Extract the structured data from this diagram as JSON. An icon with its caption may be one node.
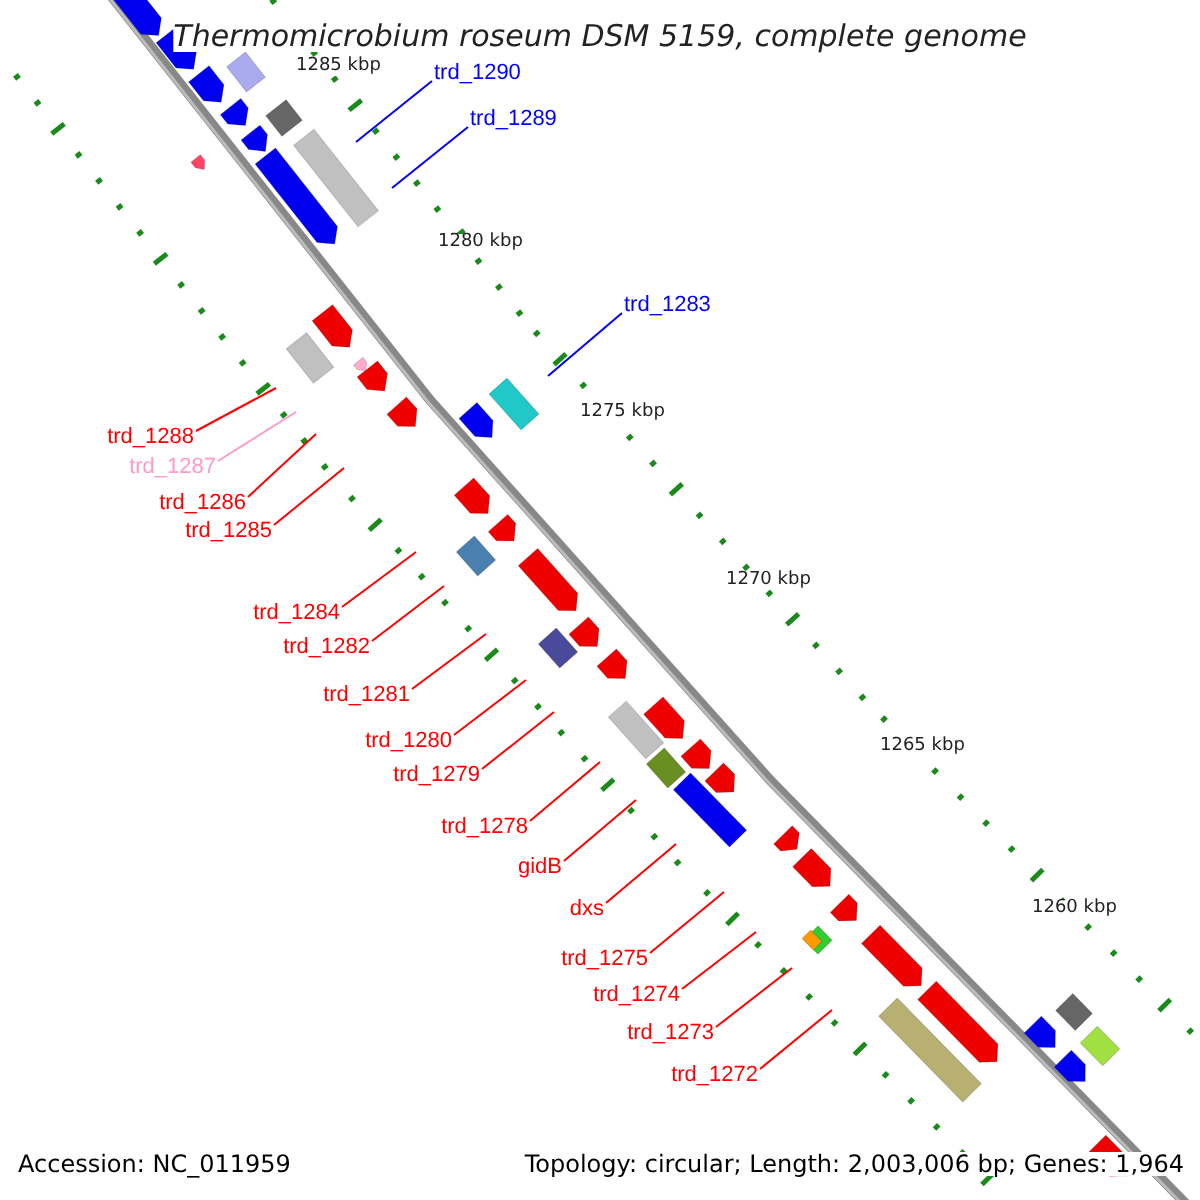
{
  "diagram": {
    "title": "Thermomicrobium roseum DSM 5159, complete genome",
    "nodes": [
      {
        "text": [
          "trd_1290"
        ]
      },
      {
        "text": [
          "trd_1289"
        ]
      },
      {
        "text": [
          "trd_1283"
        ]
      },
      {
        "text": [
          "trd_1288"
        ]
      },
      {
        "text": [
          "trd_1287"
        ]
      },
      {
        "text": [
          "trd_1286"
        ]
      },
      {
        "text": [
          "trd_1285"
        ]
      },
      {
        "text": [
          "trd_1284"
        ]
      },
      {
        "text": [
          "trd_1282"
        ]
      },
      {
        "text": [
          "trd_1281"
        ]
      },
      {
        "text": [
          "trd_1280"
        ]
      },
      {
        "text": [
          "trd_1279"
        ]
      },
      {
        "text": [
          "trd_1278"
        ]
      },
      {
        "text": [
          "gidB"
        ]
      },
      {
        "text": [
          "dxs"
        ]
      },
      {
        "text": [
          "trd_1275"
        ]
      },
      {
        "text": [
          "trd_1274"
        ]
      },
      {
        "text": [
          "trd_1273"
        ]
      },
      {
        "text": [
          "trd_1272"
        ]
      }
    ],
    "edges": [
      {
        "from": 0,
        "to": null,
        "arrow": "none",
        "color": "#0000ff"
      },
      {
        "from": 1,
        "to": null,
        "arrow": "none",
        "color": "#0000ff"
      },
      {
        "from": 2,
        "to": null,
        "arrow": "none",
        "color": "#0000ff"
      },
      {
        "from": 3,
        "to": null,
        "arrow": "none"
      },
      {
        "from": 4,
        "to": null,
        "arrow": "none",
        "color": "#ff99cc"
      },
      {
        "from": 5,
        "to": null,
        "arrow": "none"
      },
      {
        "from": 6,
        "to": null,
        "arrow": "none"
      },
      {
        "from": 7,
        "to": null,
        "arrow": "none"
      },
      {
        "from": 8,
        "to": null,
        "arrow": "none"
      },
      {
        "from": 9,
        "to": null,
        "arrow": "none"
      },
      {
        "from": 10,
        "to": null,
        "arrow": "none"
      },
      {
        "from": 11,
        "to": null,
        "arrow": "none"
      },
      {
        "from": 12,
        "to": null,
        "arrow": "none"
      },
      {
        "from": 13,
        "to": null,
        "arrow": "none"
      },
      {
        "from": 14,
        "to": null,
        "arrow": "none"
      },
      {
        "from": 15,
        "to": null,
        "arrow": "none"
      },
      {
        "from": 16,
        "to": null,
        "arrow": "none"
      },
      {
        "from": 17,
        "to": null,
        "arrow": "none"
      },
      {
        "from": 18,
        "to": null,
        "arrow": "none"
      }
    ],
    "labels": [
      "1285 kbp",
      "1280 kbp",
      "1275 kbp",
      "1270 kbp",
      "1265 kbp",
      "1260 kbp",
      "Accession: NC_011959",
      "Topology: circular; Length: 2,003,006 bp; Genes: 1,964"
    ]
  }
}
